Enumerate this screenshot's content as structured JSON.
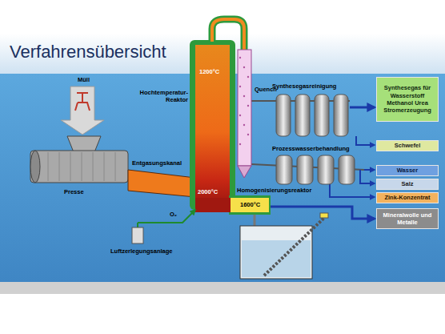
{
  "diagram": {
    "title": "Verfahrensübersicht",
    "nodes": [
      {
        "text": [
          "Synthesegas für Wasserstoff Methanol Urea Stromerzeugung"
        ]
      },
      {
        "text": [
          "Schwefel"
        ]
      },
      {
        "text": [
          "Wasser"
        ]
      },
      {
        "text": [
          "Salz"
        ]
      },
      {
        "text": [
          "Zink-Konzentrat"
        ]
      },
      {
        "text": [
          "Mineralwolle und Metalle"
        ]
      }
    ],
    "labels": [
      "Müll",
      "Hochtemperatur-Reaktor",
      "1200°C",
      "Quench",
      "Synthesegasreinigung",
      "Entgasungskanal",
      "Presse",
      "O₂",
      "2000°C",
      "1600°C",
      "Homogenisierungsreaktor",
      "Luftzerlegungsanlage",
      "Prozesswasserbehandlung"
    ]
  }
}
